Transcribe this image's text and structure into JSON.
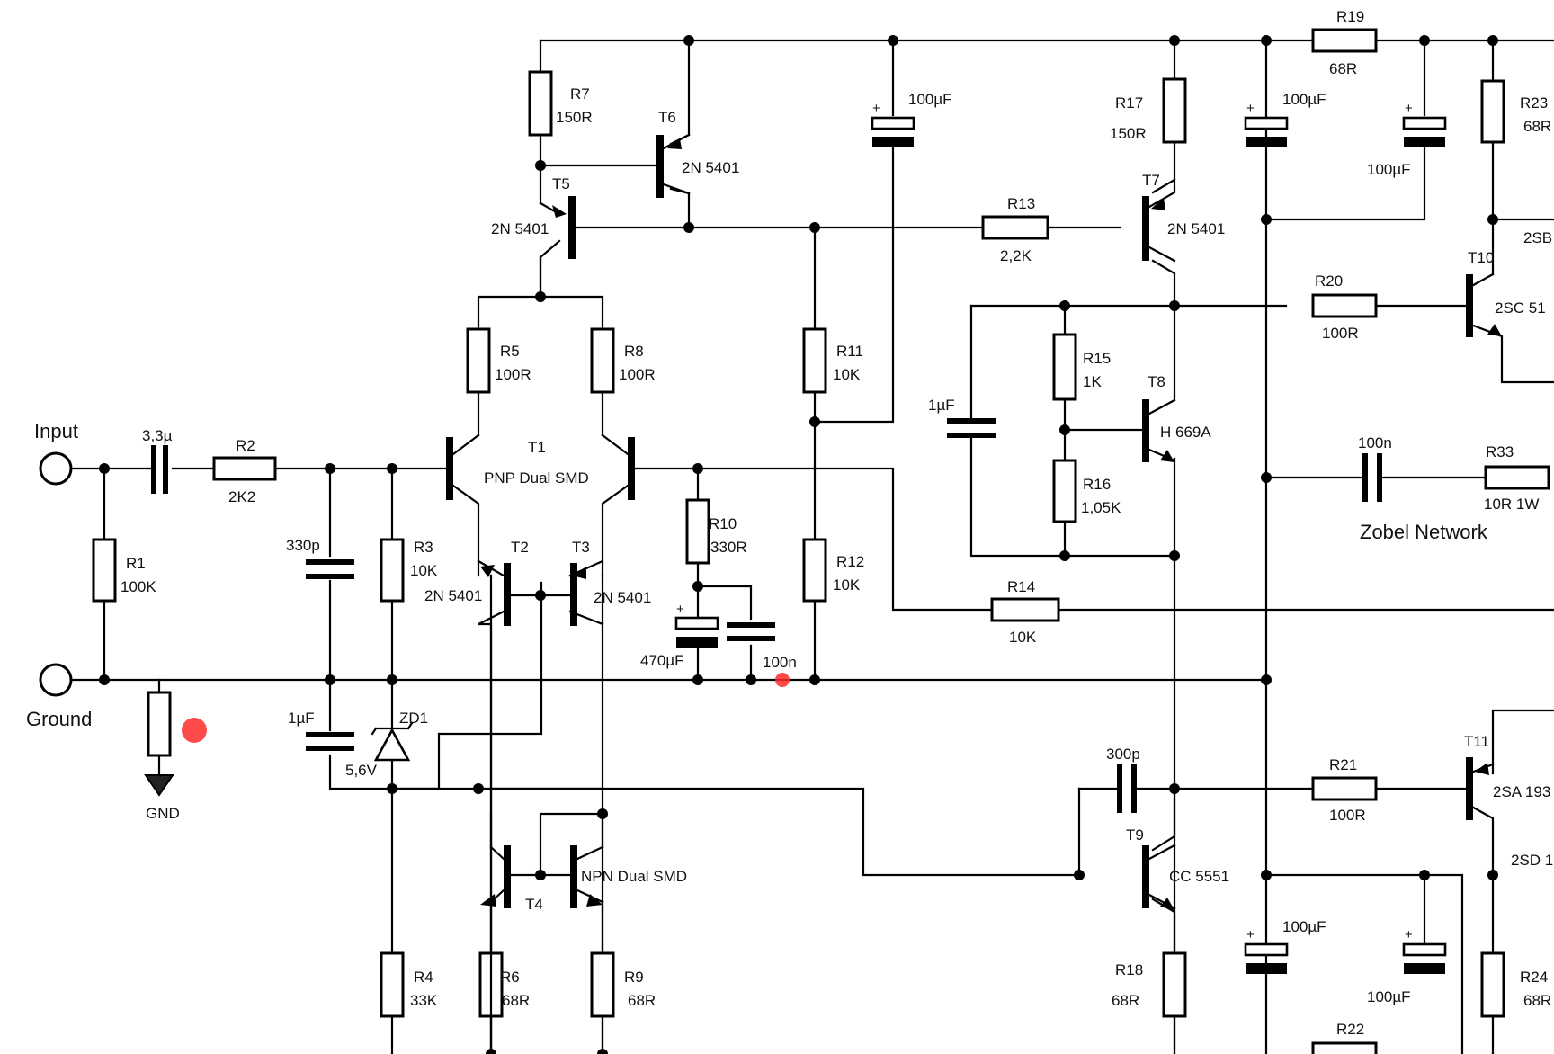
{
  "labels": {
    "input": "Input",
    "ground": "Ground",
    "gnd": "GND",
    "zobel": "Zobel Network",
    "t1_name": "T1",
    "t1_type": "PNP Dual SMD",
    "t4_name": "T4",
    "t4_type": "NPN Dual SMD"
  },
  "resistors": {
    "R1": {
      "name": "R1",
      "value": "100K"
    },
    "R2": {
      "name": "R2",
      "value": "2K2"
    },
    "R3": {
      "name": "R3",
      "value": "10K"
    },
    "R4": {
      "name": "R4",
      "value": "33K"
    },
    "R5": {
      "name": "R5",
      "value": "100R"
    },
    "R6": {
      "name": "R6",
      "value": "68R"
    },
    "R7": {
      "name": "R7",
      "value": "150R"
    },
    "R8": {
      "name": "R8",
      "value": "100R"
    },
    "R9": {
      "name": "R9",
      "value": "68R"
    },
    "R10": {
      "name": "R10",
      "value": "330R"
    },
    "R11": {
      "name": "R11",
      "value": "10K"
    },
    "R12": {
      "name": "R12",
      "value": "10K"
    },
    "R13": {
      "name": "R13",
      "value": "2,2K"
    },
    "R14": {
      "name": "R14",
      "value": "10K"
    },
    "R15": {
      "name": "R15",
      "value": "1K"
    },
    "R16": {
      "name": "R16",
      "value": "1,05K"
    },
    "R17": {
      "name": "R17",
      "value": "150R"
    },
    "R18": {
      "name": "R18",
      "value": "68R"
    },
    "R19": {
      "name": "R19",
      "value": "68R"
    },
    "R20": {
      "name": "R20",
      "value": "100R"
    },
    "R21": {
      "name": "R21",
      "value": "100R"
    },
    "R22": {
      "name": "R22",
      "value": ""
    },
    "R23": {
      "name": "R23",
      "value": "68R"
    },
    "R24": {
      "name": "R24",
      "value": "68R"
    },
    "R33": {
      "name": "R33",
      "value": "10R 1W"
    }
  },
  "capacitors": {
    "c_in": "3,3µ",
    "c_330p": "330p",
    "c_1u_low": "1µF",
    "c_470u": "470µF",
    "c_100n_fb": "100n",
    "c_100u_top": "100µF",
    "c_1u_vbe": "1µF",
    "c_100u_rail1": "100µF",
    "c_100u_rail2": "100µF",
    "c_100n_zobel": "100n",
    "c_300p": "300p",
    "c_100u_bot1": "100µF",
    "c_100u_bot2": "100µF"
  },
  "polarity_plus": "+",
  "transistors": {
    "T2": {
      "name": "T2",
      "type": "2N 5401"
    },
    "T3": {
      "name": "T3",
      "type": "2N 5401"
    },
    "T5": {
      "name": "T5",
      "type": "2N 5401"
    },
    "T6": {
      "name": "T6",
      "type": "2N 5401"
    },
    "T7": {
      "name": "T7",
      "type": "2N 5401"
    },
    "T8": {
      "name": "T8",
      "type": "H 669A"
    },
    "T9": {
      "name": "T9",
      "type": "CC 5551"
    },
    "T10": {
      "name": "T10",
      "type": "2SC 51"
    },
    "T11": {
      "name": "T11",
      "type": "2SA 193"
    },
    "Q_upper_cut": "2SB",
    "Q_lower_cut": "2SD 1"
  },
  "zener": {
    "name": "ZD1",
    "value": "5,6V"
  },
  "colors": {
    "wire": "#000000",
    "background": "#ffffff",
    "marker": "#ff2a2a"
  }
}
